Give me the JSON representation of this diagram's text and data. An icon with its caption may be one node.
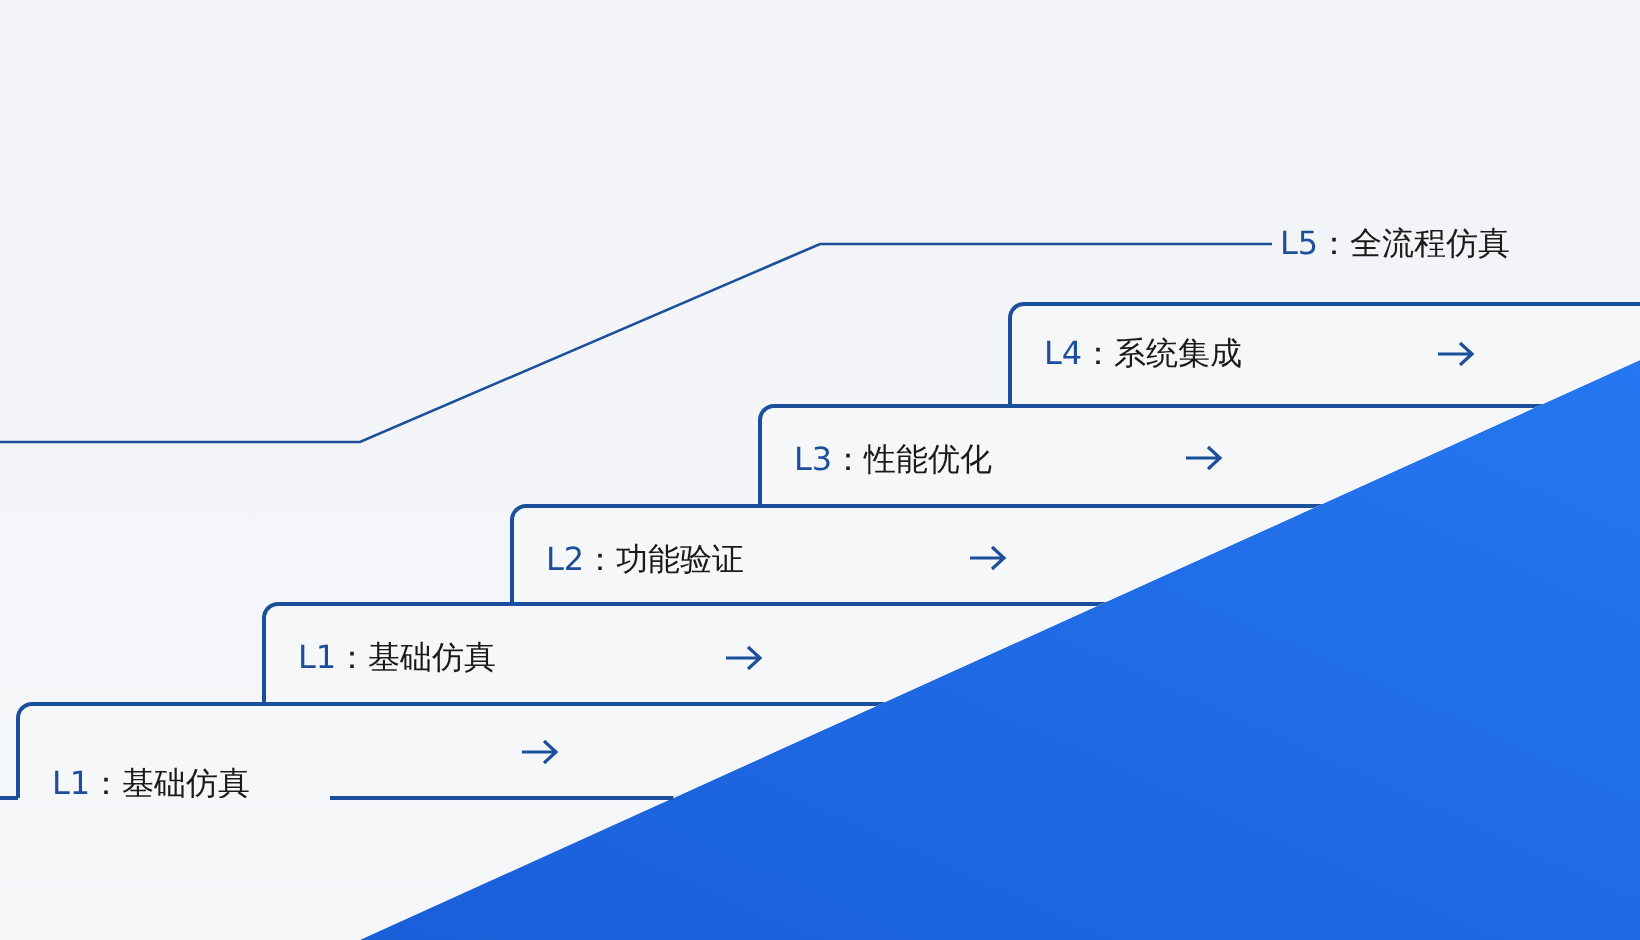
{
  "diagram": {
    "nodes": [
      {
        "text": [
          "L1：基础仿真"
        ]
      },
      {
        "text": [
          "L1：基础仿真"
        ]
      },
      {
        "text": [
          "L2：功能验证"
        ]
      },
      {
        "text": [
          "L3：性能优化"
        ]
      },
      {
        "text": [
          "L4：系统集成"
        ]
      },
      {
        "text": [
          "L5：全流程仿真"
        ]
      }
    ],
    "edges": [
      {
        "from": null,
        "to": 5,
        "arrow": "none"
      }
    ]
  }
}
